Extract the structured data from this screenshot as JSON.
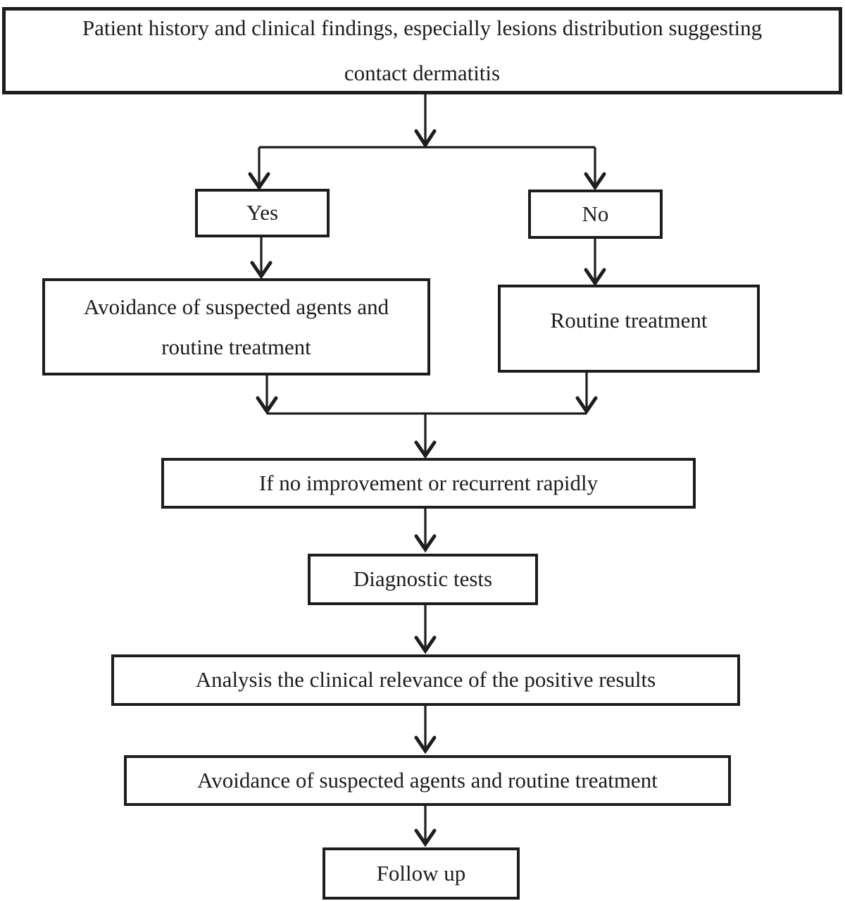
{
  "diagram": {
    "colors": {
      "line": "#1d1d1d",
      "background": "#ffffff",
      "text": "#1c1c1c"
    },
    "nodes": {
      "start": {
        "lines": [
          "Patient history and clinical findings, especially lesions distribution suggesting",
          "contact dermatitis"
        ]
      },
      "yes": {
        "label": "Yes"
      },
      "no": {
        "label": "No"
      },
      "avoidance_and_routine": {
        "lines": [
          "Avoidance of suspected agents and",
          "routine treatment"
        ]
      },
      "routine_treatment": {
        "label": "Routine treatment"
      },
      "no_improvement": {
        "label": "If no improvement or recurrent rapidly"
      },
      "analysis": {
        "label": "Analysis the clinical relevance of the positive results"
      },
      "diagnostic_tests": {
        "label": "Diagnostic tests"
      },
      "avoidance_and_routine_full": {
        "label": "Avoidance of suspected agents and routine treatment"
      },
      "follow_up": {
        "label": "Follow up"
      }
    }
  }
}
